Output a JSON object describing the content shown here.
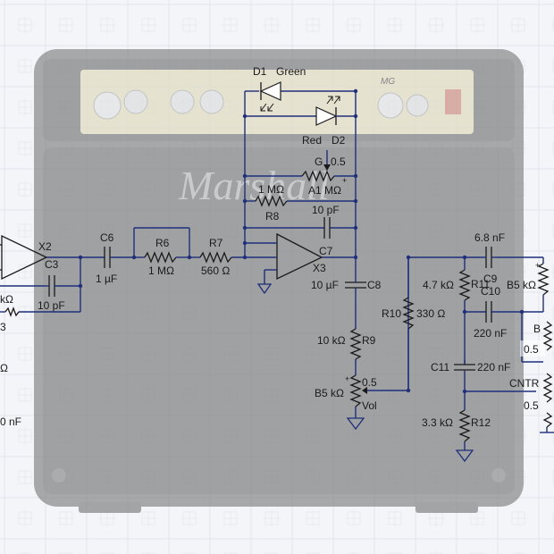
{
  "background": {
    "grid_color": "#c9cdd8",
    "amp_color": "#2a2a2a",
    "panel_color": "#e9dcae",
    "brand_logo_text": "Marshall",
    "panel_badge_text": "MG"
  },
  "labels": {
    "x2": "X2",
    "c3": "C3",
    "kohm_left": "kΩ",
    "c3_value": "10 pF",
    "left_3": "3",
    "left_omega": "Ω",
    "left_nf": "0 nF",
    "c6": "C6",
    "c6_value": "1 µF",
    "r6": "R6",
    "r6_value": "1 MΩ",
    "r7": "R7",
    "r7_value": "560 Ω",
    "d1": "D1",
    "d1_color": "Green",
    "d2": "D2",
    "d2_color": "Red",
    "g_label": "G",
    "g_wiper": "0.5",
    "pot_plus": "+",
    "a1_r_value": "1 MΩ",
    "a1_value": "A1 MΩ",
    "r8": "R8",
    "c_fb_value": "10 pF",
    "c7": "C7",
    "x3": "X3",
    "c8_value": "10 µF",
    "c8": "C8",
    "r10": "R10",
    "r10_value": "330 Ω",
    "r9_value": "10 kΩ",
    "r9": "R9",
    "vol_wiper": "0.5",
    "vol_value": "B5 kΩ",
    "vol": "Vol",
    "c9_value": "6.8 nF",
    "r11_value": "4.7 kΩ",
    "r11": "R11",
    "c9": "C9",
    "c10": "C10",
    "b5_right": "B5 kΩ",
    "c10_value": "220 nF",
    "b_label": "B",
    "b_wiper": "0.5",
    "c11": "C11",
    "c11_value": "220 nF",
    "cntr": "CNTR",
    "cntr_wiper": "0.5",
    "r12_value": "3.3 kΩ",
    "r12": "R12"
  }
}
